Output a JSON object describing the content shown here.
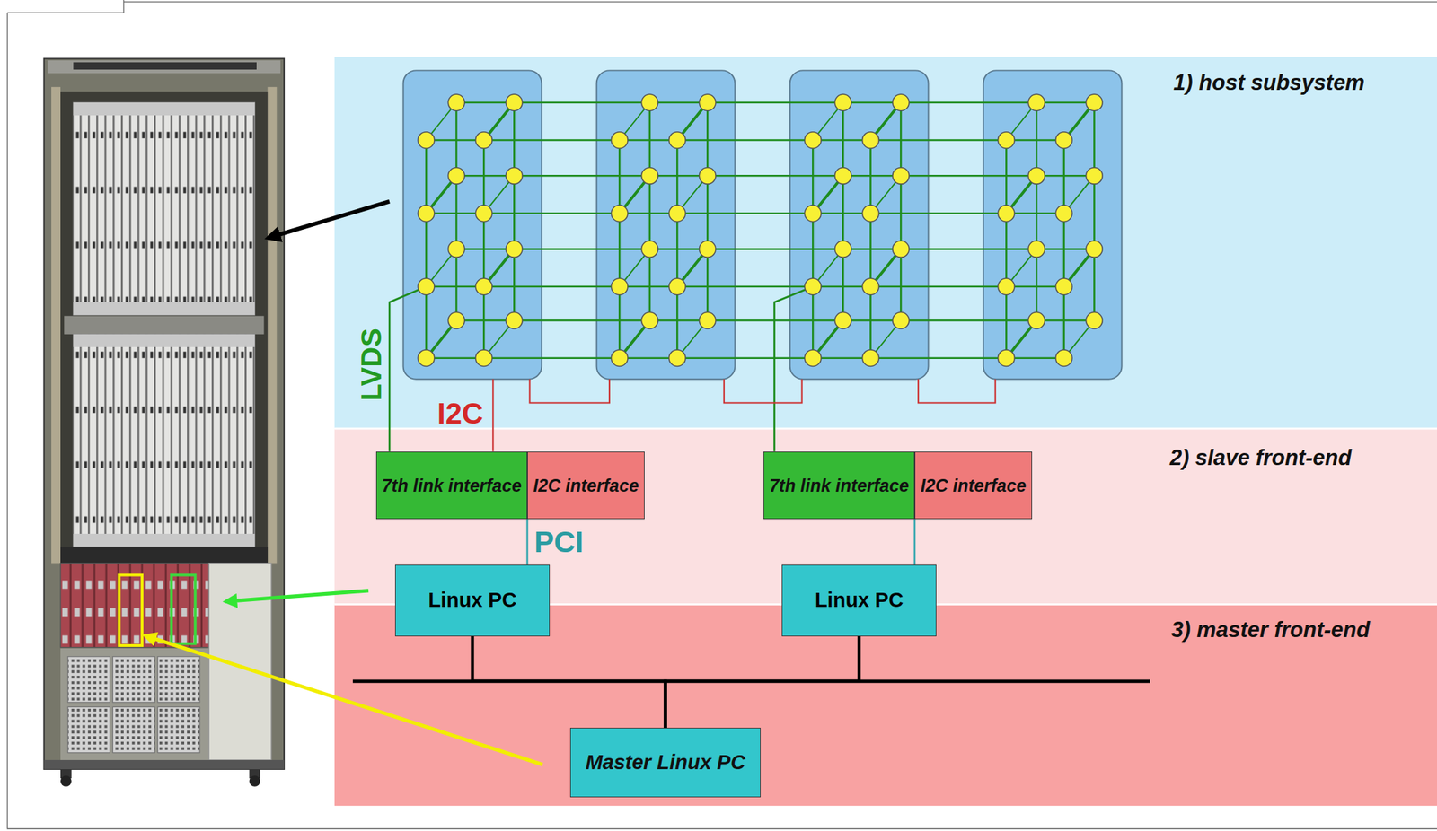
{
  "diagram": {
    "nodes": [
      {
        "text": [
          "1) host subsystem"
        ]
      },
      {
        "text": [
          "2) slave front-end"
        ]
      },
      {
        "text": [
          "7th link interface"
        ],
        "in": 1
      },
      {
        "text": [
          "I2C interface"
        ],
        "in": 1
      },
      {
        "text": [
          "7th link interface"
        ],
        "in": 1
      },
      {
        "text": [
          "I2C interface"
        ],
        "in": 1
      },
      {
        "text": [
          "Linux PC"
        ]
      },
      {
        "text": [
          "Linux PC"
        ]
      },
      {
        "text": [
          "3) master front-end"
        ]
      },
      {
        "text": [
          "Master Linux PC"
        ],
        "in": 8
      }
    ],
    "edges": [
      {
        "from": 2,
        "to": 6,
        "arrow": "none",
        "label": "PCI"
      },
      {
        "from": 4,
        "to": 7,
        "arrow": "none"
      },
      {
        "from": 6,
        "to": 9,
        "arrow": "none"
      },
      {
        "from": 7,
        "to": 9,
        "arrow": "none"
      }
    ],
    "labels": [
      "LVDS",
      "I2C"
    ]
  }
}
